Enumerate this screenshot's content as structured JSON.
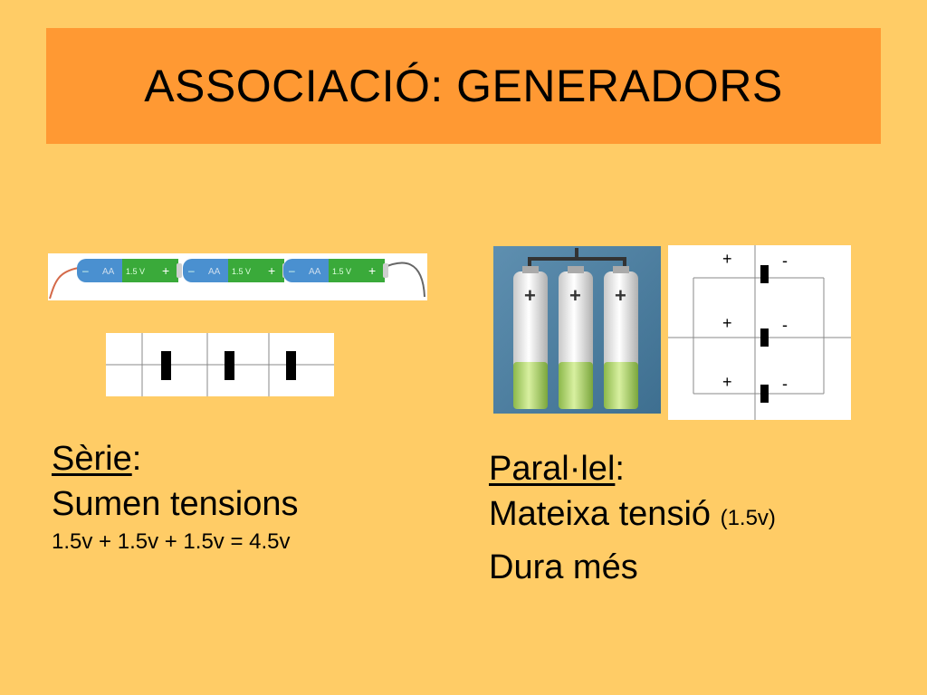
{
  "title": "ASSOCIACIÓ: GENERADORS",
  "series": {
    "heading": "Sèrie",
    "heading_suffix": ":",
    "line1": "Sumen tensions",
    "line2": "1.5v + 1.5v + 1.5v = 4.5v",
    "battery_labels": [
      "AA",
      "1.5 V"
    ]
  },
  "parallel": {
    "heading": "Paral·lel",
    "heading_suffix": ":",
    "line1_main": "Mateixa tensió",
    "line1_note": "(1.5v)",
    "line2": "Dura més",
    "symbol_plus": "+",
    "symbol_minus": "-"
  },
  "colors": {
    "background": "#FFCC66",
    "title_bar": "#FF9933",
    "battery_blue": "#4A90D0",
    "battery_green": "#3AAA3A"
  }
}
